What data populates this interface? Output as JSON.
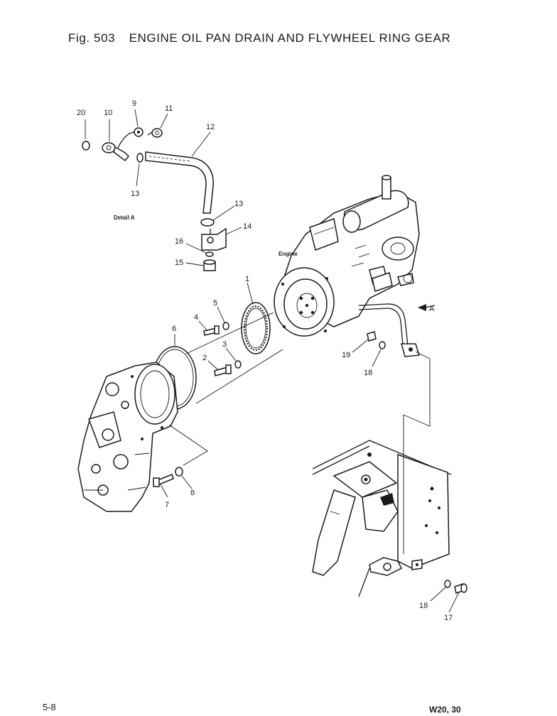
{
  "title": {
    "figure": "Fig. 503",
    "text": "ENGINE OIL PAN DRAIN AND FLYWHEEL RING GEAR"
  },
  "detail_label": "Detail A",
  "engine_label": "Engine",
  "view_arrow_label": "A",
  "callouts": {
    "c1": "1",
    "c2": "2",
    "c3": "3",
    "c4": "4",
    "c5": "5",
    "c6": "6",
    "c7": "7",
    "c8": "8",
    "c9": "9",
    "c10": "10",
    "c11": "11",
    "c12": "12",
    "c13a": "13",
    "c13b": "13",
    "c14": "14",
    "c15": "15",
    "c16": "16",
    "c17": "17",
    "c18a": "18",
    "c18b": "18",
    "c19": "19",
    "c20": "20"
  },
  "footer": {
    "page": "5-8",
    "model": "W20, 30"
  }
}
